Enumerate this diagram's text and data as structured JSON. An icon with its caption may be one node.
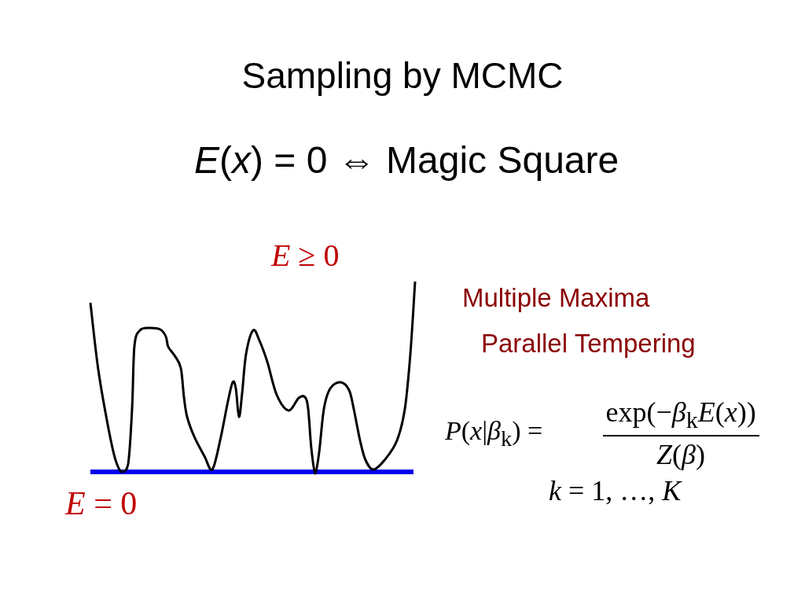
{
  "diagram": {
    "title": "Sampling by MCMC",
    "labels": [
      "*E*(*x*) = 0 ⇔ Magic Square",
      "*E* ≥ 0",
      "Multiple Maxima",
      "Parallel Tempering",
      "*P*(*x*|*β*$_{k}$) =",
      "exp(−*β*$_{k}$*E*(*x*))",
      "*Z*(*β*)",
      "*E* = 0",
      "*k* = 1, …, *K*"
    ]
  }
}
